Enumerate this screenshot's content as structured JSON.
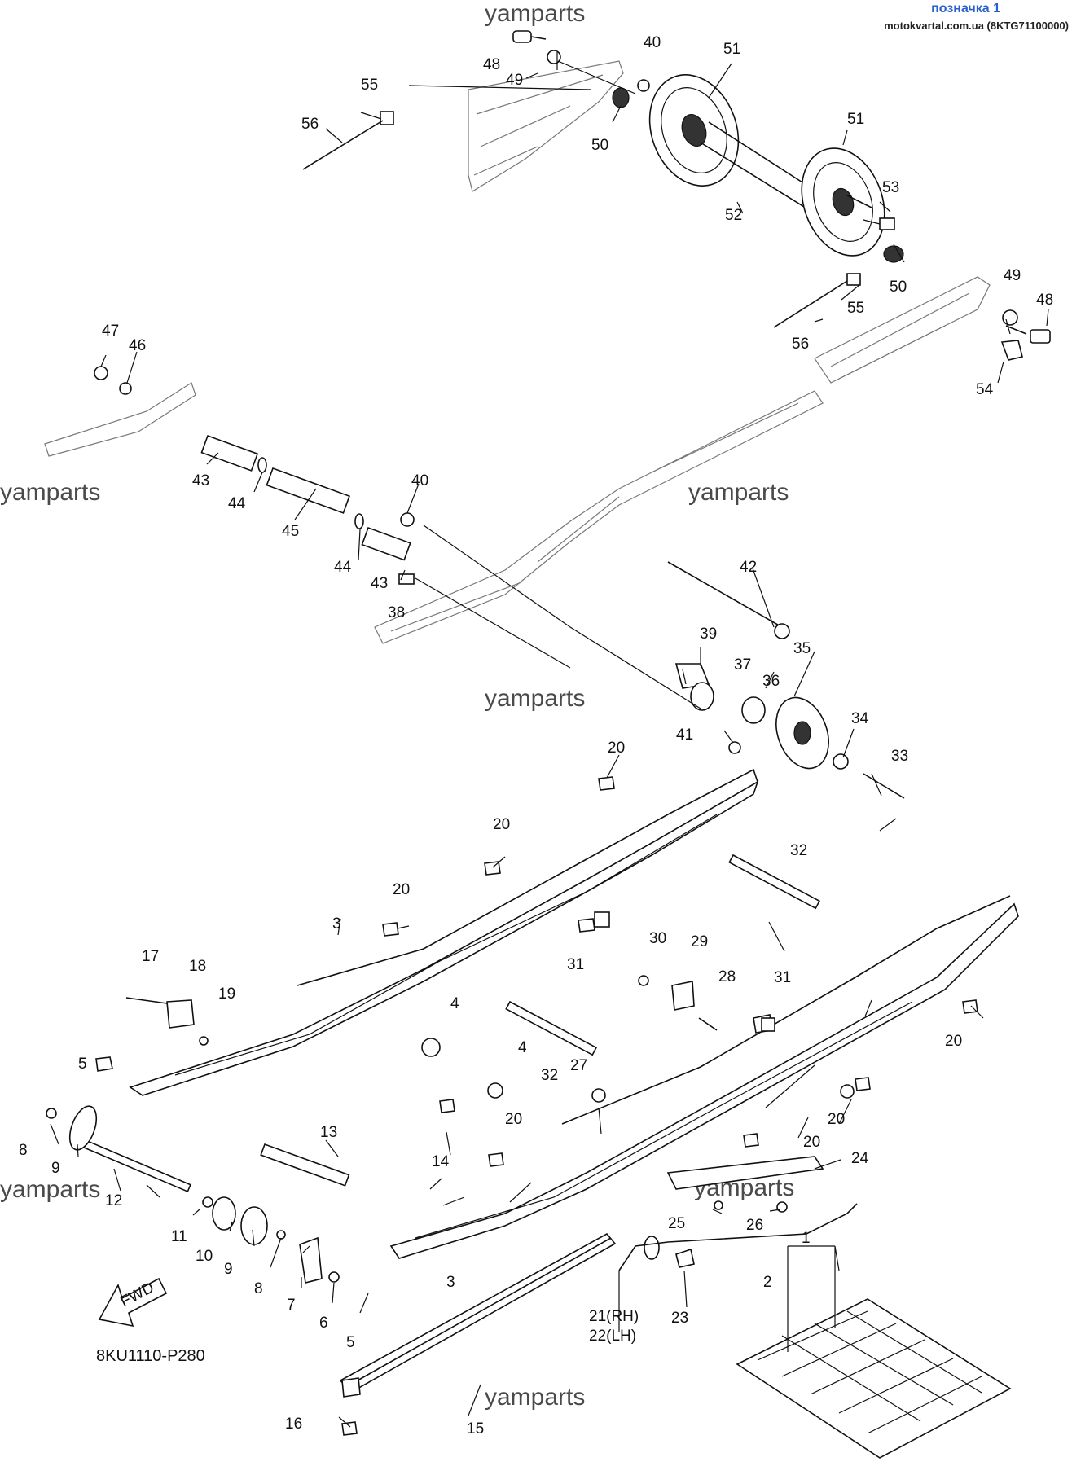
{
  "header": {
    "title": "позначка 1",
    "source": "motokvartal.com.ua (8KTG71100000)"
  },
  "diagram_code": "8KU1110-P280",
  "fwd_label": "FWD",
  "watermark": "yamparts",
  "labels": [
    "48",
    "49",
    "40",
    "51",
    "55",
    "56",
    "50",
    "51",
    "52",
    "53",
    "50",
    "49",
    "48",
    "55",
    "56",
    "54",
    "47",
    "46",
    "43",
    "44",
    "45",
    "44",
    "43",
    "40",
    "38",
    "42",
    "39",
    "37",
    "36",
    "35",
    "41",
    "34",
    "33",
    "20",
    "20",
    "20",
    "32",
    "3",
    "31",
    "30",
    "29",
    "28",
    "17",
    "18",
    "19",
    "31",
    "20",
    "4",
    "5",
    "32",
    "4",
    "27",
    "20",
    "20",
    "8",
    "9",
    "13",
    "12",
    "20",
    "14",
    "24",
    "25",
    "26",
    "11",
    "10",
    "9",
    "8",
    "7",
    "6",
    "5",
    "3",
    "1",
    "2",
    "21(RH)",
    "22(LH)",
    "23",
    "15",
    "16"
  ]
}
